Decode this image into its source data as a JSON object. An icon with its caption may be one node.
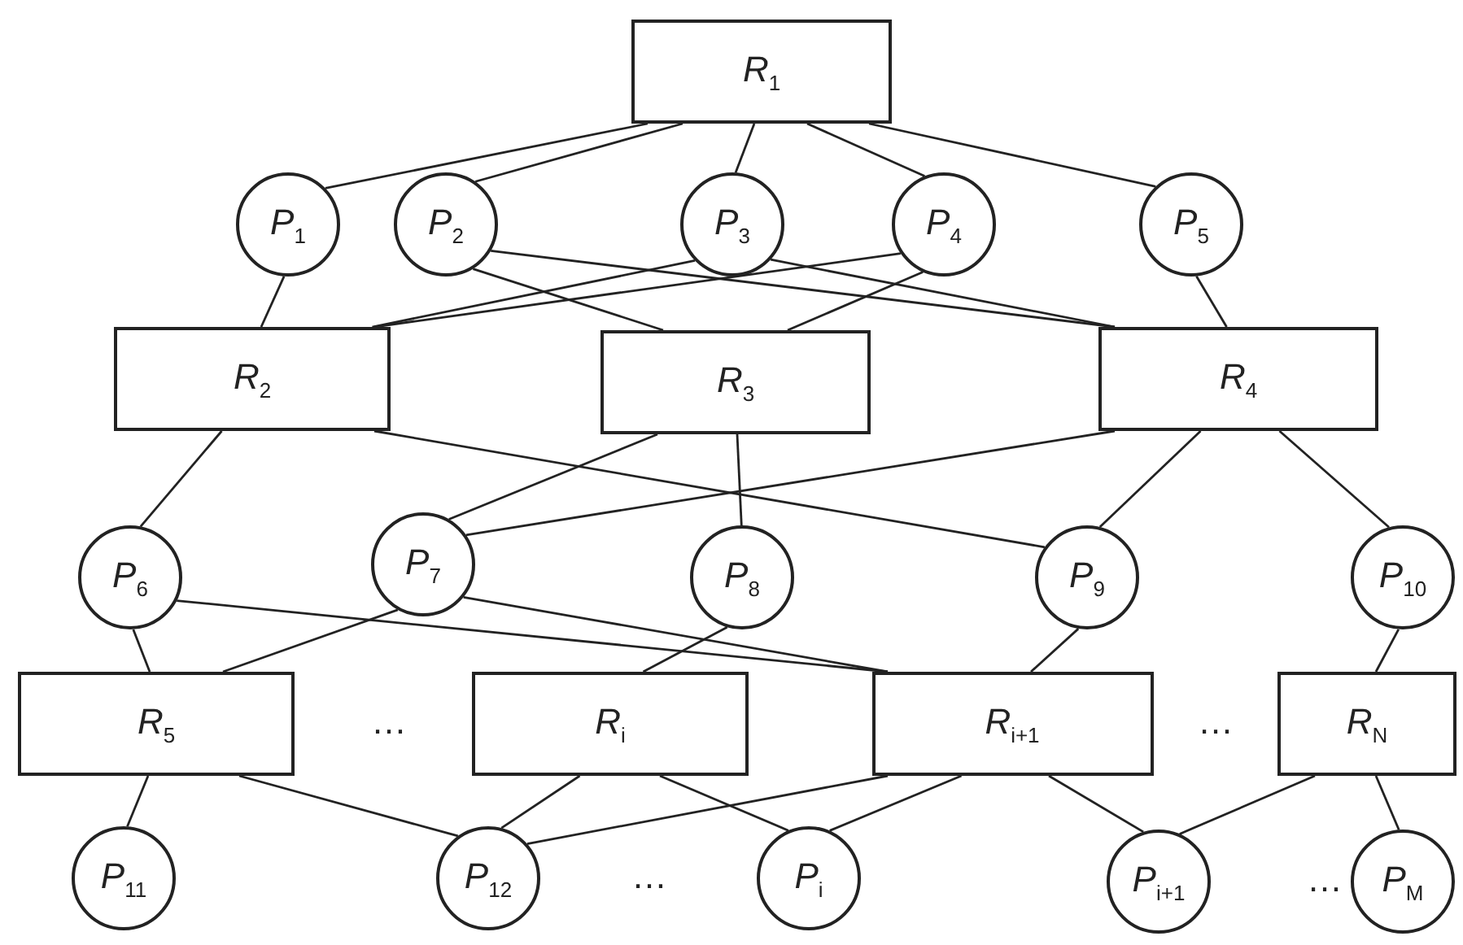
{
  "diagram": {
    "nodes": [
      {
        "text": [
          "*R*$_{1}$"
        ]
      },
      {
        "text": [
          "*P*$_{1}$"
        ]
      },
      {
        "text": [
          "*P*$_{2}$"
        ]
      },
      {
        "text": [
          "*P*$_{3}$"
        ]
      },
      {
        "text": [
          "*P*$_{4}$"
        ]
      },
      {
        "text": [
          "*P*$_{5}$"
        ]
      },
      {
        "text": [
          "*R*$_{2}$"
        ]
      },
      {
        "text": [
          "*R*$_{3}$"
        ]
      },
      {
        "text": [
          "*R*$_{4}$"
        ]
      },
      {
        "text": [
          "*P*$_{6}$"
        ]
      },
      {
        "text": [
          "*P*$_{7}$"
        ]
      },
      {
        "text": [
          "*P*$_{8}$"
        ]
      },
      {
        "text": [
          "*P*$_{9}$"
        ]
      },
      {
        "text": [
          "*P*$_{10}$"
        ]
      },
      {
        "text": [
          "*R*$_{5}$"
        ]
      },
      {
        "text": [
          "*R*$_{i}$"
        ]
      },
      {
        "text": [
          "*R*$_{i+1}$"
        ]
      },
      {
        "text": [
          "*R*$_{N}$"
        ]
      },
      {
        "text": [
          "*P*$_{11}$"
        ]
      },
      {
        "text": [
          "*P*$_{12}$"
        ]
      },
      {
        "text": [
          "*P*$_{i}$"
        ]
      },
      {
        "text": [
          "*P*$_{i+1}$"
        ]
      },
      {
        "text": [
          "*P*$_{M}$"
        ]
      }
    ],
    "edges": [
      {
        "from": 0,
        "to": 1,
        "arrow": "none"
      },
      {
        "from": 0,
        "to": 2,
        "arrow": "none"
      },
      {
        "from": 0,
        "to": 3,
        "arrow": "none"
      },
      {
        "from": 0,
        "to": 4,
        "arrow": "none"
      },
      {
        "from": 0,
        "to": 5,
        "arrow": "none"
      },
      {
        "from": 1,
        "to": 6,
        "arrow": "none"
      },
      {
        "from": 3,
        "to": 6,
        "arrow": "none"
      },
      {
        "from": 4,
        "to": 6,
        "arrow": "none"
      },
      {
        "from": 2,
        "to": 7,
        "arrow": "none"
      },
      {
        "from": 4,
        "to": 7,
        "arrow": "none"
      },
      {
        "from": 2,
        "to": 8,
        "arrow": "none"
      },
      {
        "from": 3,
        "to": 8,
        "arrow": "none"
      },
      {
        "from": 5,
        "to": 8,
        "arrow": "none"
      },
      {
        "from": 6,
        "to": 9,
        "arrow": "none"
      },
      {
        "from": 6,
        "to": 12,
        "arrow": "none"
      },
      {
        "from": 7,
        "to": 10,
        "arrow": "none"
      },
      {
        "from": 7,
        "to": 11,
        "arrow": "none"
      },
      {
        "from": 8,
        "to": 10,
        "arrow": "none"
      },
      {
        "from": 8,
        "to": 12,
        "arrow": "none"
      },
      {
        "from": 8,
        "to": 13,
        "arrow": "none"
      },
      {
        "from": 9,
        "to": 14,
        "arrow": "none"
      },
      {
        "from": 10,
        "to": 14,
        "arrow": "none"
      },
      {
        "from": 11,
        "to": 15,
        "arrow": "none"
      },
      {
        "from": 9,
        "to": 16,
        "arrow": "none"
      },
      {
        "from": 10,
        "to": 16,
        "arrow": "none"
      },
      {
        "from": 12,
        "to": 16,
        "arrow": "none"
      },
      {
        "from": 13,
        "to": 17,
        "arrow": "none"
      },
      {
        "from": 14,
        "to": 18,
        "arrow": "none"
      },
      {
        "from": 14,
        "to": 19,
        "arrow": "none"
      },
      {
        "from": 15,
        "to": 19,
        "arrow": "none"
      },
      {
        "from": 15,
        "to": 20,
        "arrow": "none"
      },
      {
        "from": 16,
        "to": 19,
        "arrow": "none"
      },
      {
        "from": 16,
        "to": 20,
        "arrow": "none"
      },
      {
        "from": 16,
        "to": 21,
        "arrow": "none"
      },
      {
        "from": 17,
        "to": 21,
        "arrow": "none"
      },
      {
        "from": 17,
        "to": 22,
        "arrow": "none"
      }
    ],
    "labels": [
      "…",
      "…",
      "…",
      "…"
    ]
  }
}
